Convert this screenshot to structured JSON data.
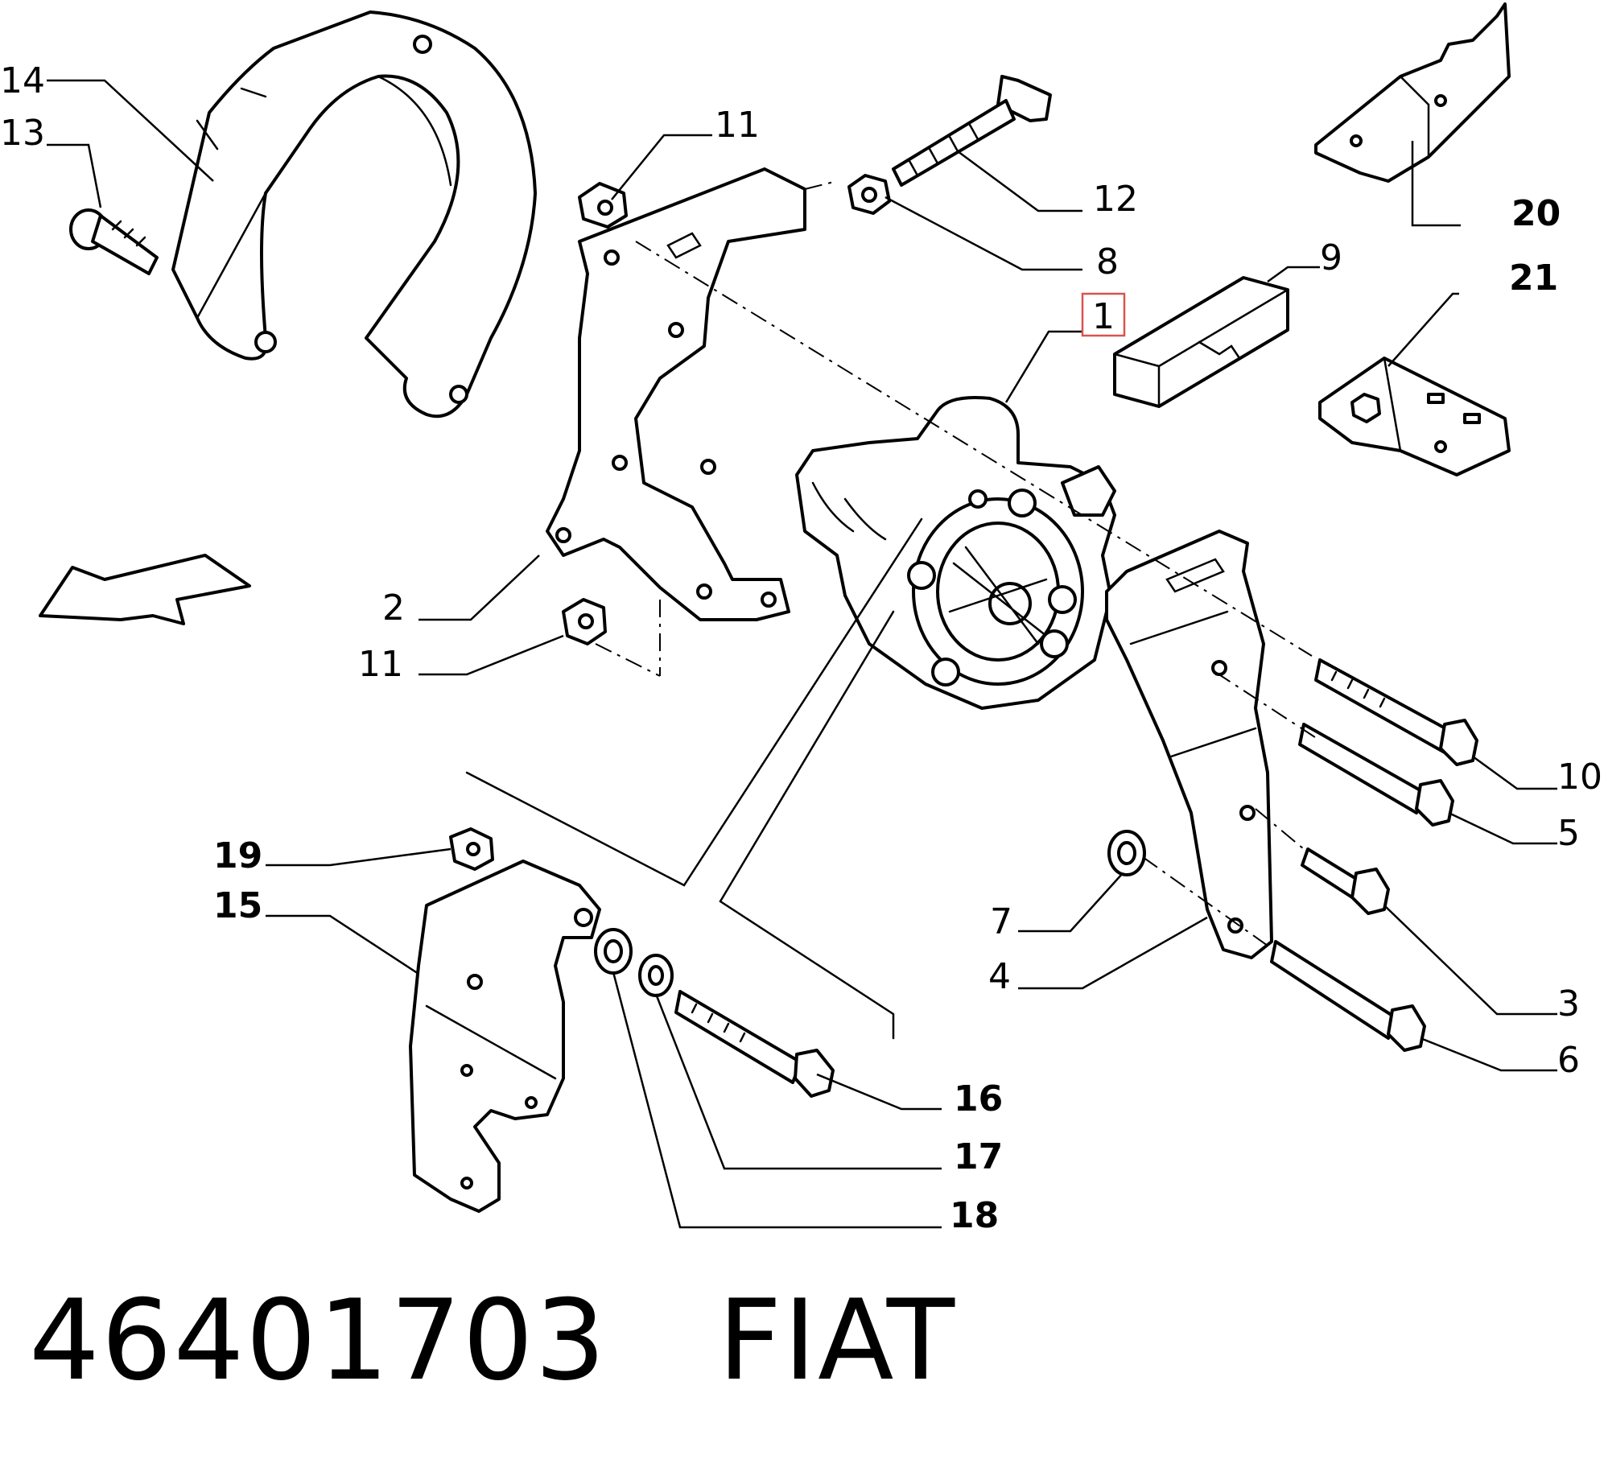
{
  "callouts": [
    {
      "id": "14",
      "label": "14",
      "bold": false
    },
    {
      "id": "13",
      "label": "13",
      "bold": false
    },
    {
      "id": "11a",
      "label": "11",
      "bold": false
    },
    {
      "id": "12",
      "label": "12",
      "bold": false
    },
    {
      "id": "8",
      "label": "8",
      "bold": false
    },
    {
      "id": "20",
      "label": "20",
      "bold": true
    },
    {
      "id": "9",
      "label": "9",
      "bold": false
    },
    {
      "id": "21",
      "label": "21",
      "bold": true
    },
    {
      "id": "1",
      "label": "1",
      "bold": false,
      "highlighted": true
    },
    {
      "id": "2",
      "label": "2",
      "bold": false
    },
    {
      "id": "11b",
      "label": "11",
      "bold": false
    },
    {
      "id": "10",
      "label": "10",
      "bold": false
    },
    {
      "id": "5",
      "label": "5",
      "bold": false
    },
    {
      "id": "19",
      "label": "19",
      "bold": true
    },
    {
      "id": "15",
      "label": "15",
      "bold": true
    },
    {
      "id": "7",
      "label": "7",
      "bold": false
    },
    {
      "id": "4",
      "label": "4",
      "bold": false
    },
    {
      "id": "3",
      "label": "3",
      "bold": false
    },
    {
      "id": "6",
      "label": "6",
      "bold": false
    },
    {
      "id": "16",
      "label": "16",
      "bold": true
    },
    {
      "id": "17",
      "label": "17",
      "bold": true
    },
    {
      "id": "18",
      "label": "18",
      "bold": true
    }
  ],
  "footer": {
    "part_number": "46401703",
    "brand": "FIAT"
  },
  "colors": {
    "line": "#000000",
    "highlight_box": "#d9534f",
    "background": "#ffffff"
  }
}
